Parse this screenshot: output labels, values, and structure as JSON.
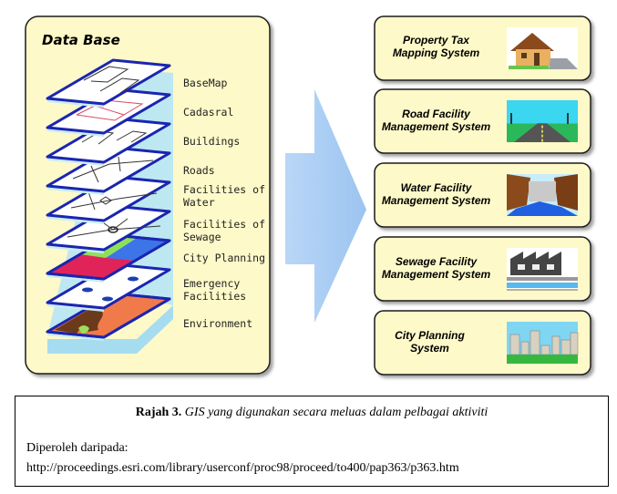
{
  "database": {
    "title": "Data Base",
    "layers": [
      {
        "label": "BaseMap"
      },
      {
        "label": "Cadasral"
      },
      {
        "label": "Buildings"
      },
      {
        "label": "Roads"
      },
      {
        "label": "Facilities of\nWater"
      },
      {
        "label": "Facilities of\nSewage"
      },
      {
        "label": "City Planning"
      },
      {
        "label": "Emergency\nFacilities"
      },
      {
        "label": "Environment"
      }
    ]
  },
  "systems": [
    {
      "line1": "Property Tax",
      "line2": "Mapping System",
      "icon": "house-icon"
    },
    {
      "line1": "Road Facility",
      "line2": "Management System",
      "icon": "road-icon"
    },
    {
      "line1": "Water Facility",
      "line2": "Management System",
      "icon": "dam-icon"
    },
    {
      "line1": "Sewage Facility",
      "line2": "Management System",
      "icon": "factory-icon"
    },
    {
      "line1": "City Planning",
      "line2": "System",
      "icon": "city-icon"
    }
  ],
  "caption": {
    "label": "Rajah 3",
    "text": "GIS yang digunakan secara meluas dalam pelbagai aktiviti",
    "source_label": "Diperoleh daripada:",
    "source_url": "http://proceedings.esri.com/library/userconf/proc98/proceed/to400/pap363/p363.htm"
  },
  "colors": {
    "panel_fill": "#fdf9c8",
    "panel_border": "#1a1a1a",
    "layer_border": "#1a25b0",
    "layer_fill": "#ffffff",
    "stack_side": "#b7e6f5",
    "arrow": "#a9cdf4"
  }
}
